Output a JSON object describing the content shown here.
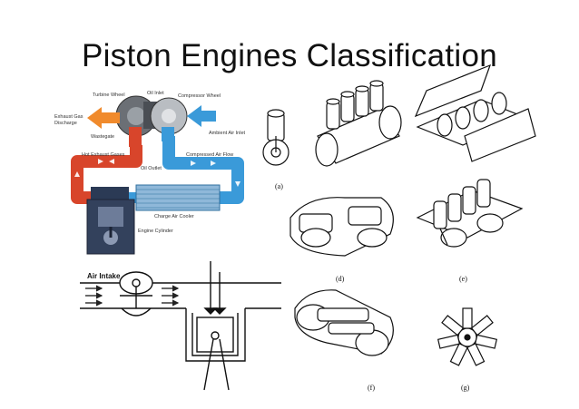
{
  "slide": {
    "title": "Piston Engines Classification"
  },
  "turbo_diagram": {
    "labels": {
      "turbine_wheel": "Turbine Wheel",
      "oil_inlet": "Oil Inlet",
      "compressor_wheel": "Compressor Wheel",
      "exhaust_gas_discharge_1": "Exhaust Gas",
      "exhaust_gas_discharge_2": "Discharge",
      "wastegate": "Wastegate",
      "ambient_air_inlet": "Ambient Air Inlet",
      "hot_exhaust_gases": "Hot Exhaust Gases",
      "oil_outlet": "Oil Outlet",
      "compressed_air_flow": "Compressed Air Flow",
      "charge_air_cooler": "Charge Air Cooler",
      "engine_cylinder": "Engine Cylinder"
    },
    "colors": {
      "hot": "#d8452b",
      "cold": "#3a9ad9",
      "exhaust_arrow": "#f08a2c"
    }
  },
  "intake_diagram": {
    "label": "Air Intake"
  },
  "engine_figures": {
    "labels": [
      "(a)",
      "(d)",
      "(e)",
      "(f)",
      "(g)"
    ]
  }
}
